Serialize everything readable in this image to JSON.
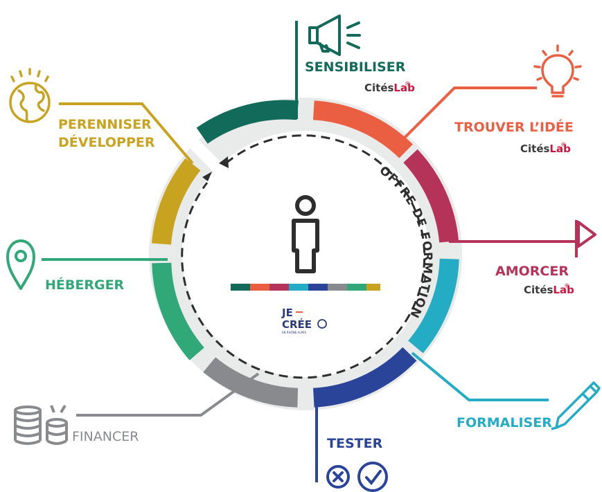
{
  "center": {
    "arc_text": "OFFRE DE FORMATION",
    "logo_line1": "JE",
    "logo_line2": "CRÉE",
    "logo_tagline": "EN RHÔNE-ALPES"
  },
  "brand": {
    "cites": "Cités",
    "lab": "Lab",
    "reg": "®"
  },
  "steps": [
    {
      "label": "SENSIBILISER",
      "color": "#126a5a",
      "brand": true
    },
    {
      "label": "TROUVER L’IDÉE",
      "color": "#ea5f41",
      "brand": true
    },
    {
      "label": "AMORCER",
      "color": "#b53359",
      "brand": true
    },
    {
      "label": "FORMALISER",
      "color": "#23acc4",
      "brand": false
    },
    {
      "label": "TESTER",
      "color": "#2a449a",
      "brand": false
    },
    {
      "label": "FINANCER",
      "color": "#888a8d",
      "brand": false
    },
    {
      "label": "HÉBERGER",
      "color": "#30a877",
      "brand": false
    },
    {
      "label1": "PERENNISER",
      "label2": "DÉVELOPPER",
      "color": "#c8a31f",
      "brand": false
    }
  ],
  "colors": {
    "ring_bg": "#e9eaea",
    "dashed": "#2e2e2e",
    "figure": "#2e2e2e",
    "brand_dark": "#3a3a3a",
    "brand_lab": "#c9173e",
    "logo_blue": "#2c3a7c"
  },
  "icons": [
    "megaphone-icon",
    "lightbulb-icon",
    "flag-icon",
    "pencil-icon",
    "check-cross-icon",
    "coins-icon",
    "location-pin-icon",
    "globe-icon",
    "person-icon"
  ]
}
